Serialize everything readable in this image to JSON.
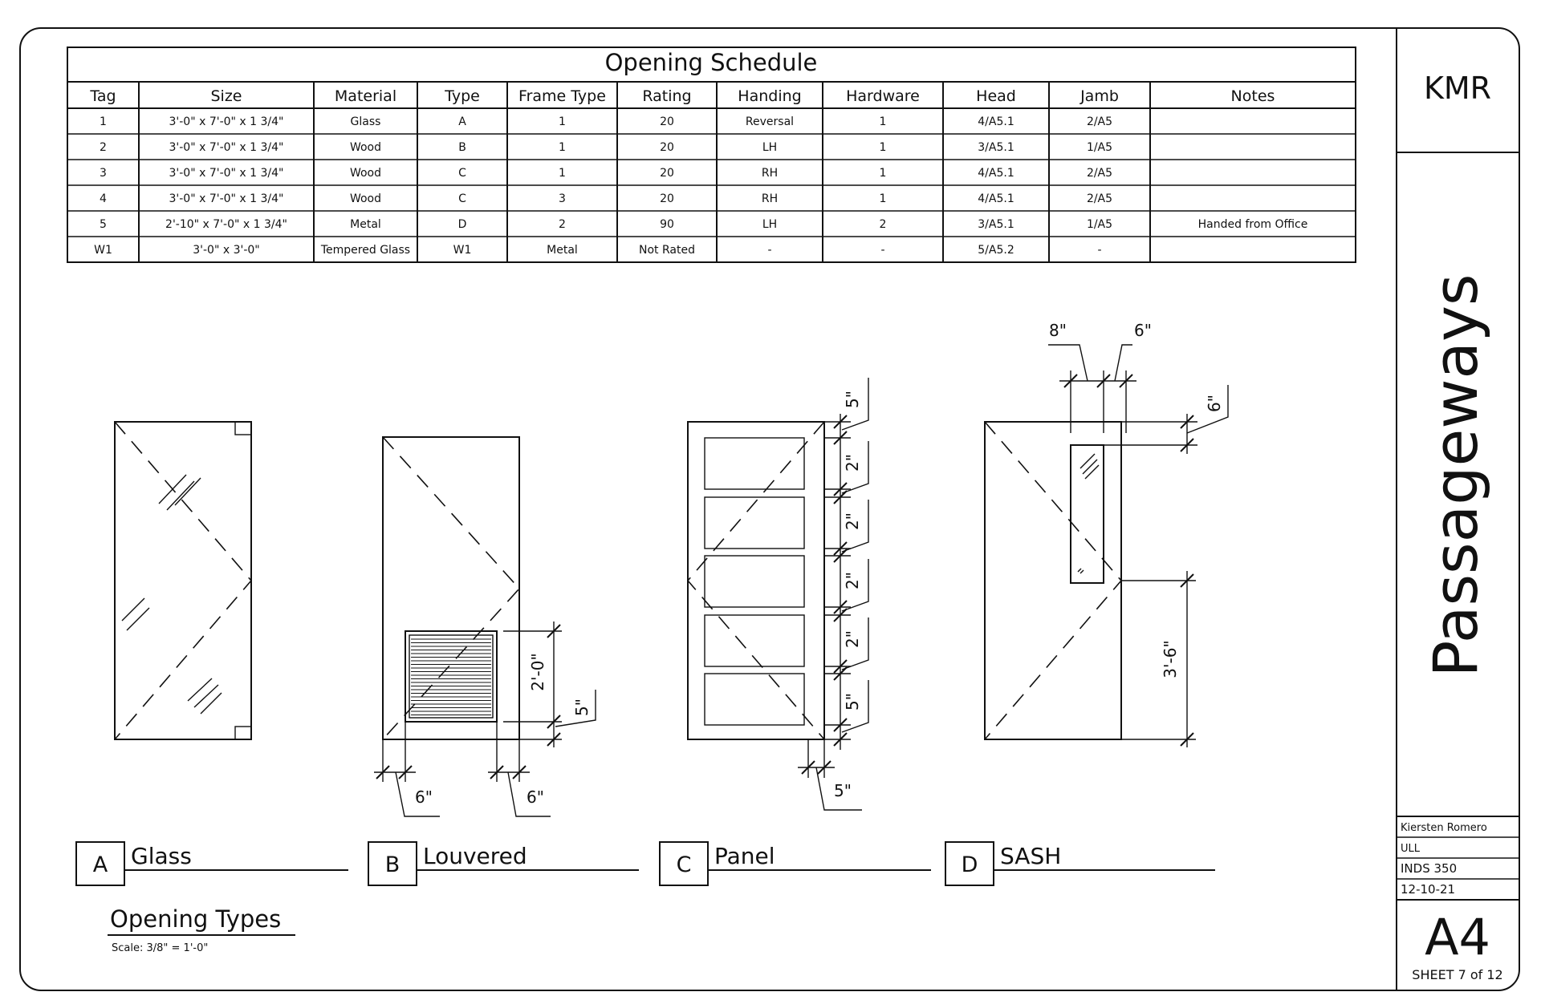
{
  "schedule": {
    "title": "Opening Schedule",
    "columns": [
      "Tag",
      "Size",
      "Material",
      "Type",
      "Frame Type",
      "Rating",
      "Handing",
      "Hardware",
      "Head",
      "Jamb",
      "Notes"
    ],
    "rows": [
      [
        "1",
        "3'-0\" x 7'-0\" x 1 3/4\"",
        "Glass",
        "A",
        "1",
        "20",
        "Reversal",
        "1",
        "4/A5.1",
        "2/A5",
        ""
      ],
      [
        "2",
        "3'-0\" x 7'-0\" x 1 3/4\"",
        "Wood",
        "B",
        "1",
        "20",
        "LH",
        "1",
        "3/A5.1",
        "1/A5",
        ""
      ],
      [
        "3",
        "3'-0\" x 7'-0\" x 1 3/4\"",
        "Wood",
        "C",
        "1",
        "20",
        "RH",
        "1",
        "4/A5.1",
        "2/A5",
        ""
      ],
      [
        "4",
        "3'-0\" x 7'-0\" x 1 3/4\"",
        "Wood",
        "C",
        "3",
        "20",
        "RH",
        "1",
        "4/A5.1",
        "2/A5",
        ""
      ],
      [
        "5",
        "2'-10\" x 7'-0\" x 1 3/4\"",
        "Metal",
        "D",
        "2",
        "90",
        "LH",
        "2",
        "3/A5.1",
        "1/A5",
        "Handed from Office"
      ],
      [
        "W1",
        "3'-0\" x 3'-0\"",
        "Tempered Glass",
        "W1",
        "Metal",
        "Not Rated",
        "-",
        "-",
        "5/A5.2",
        "-",
        ""
      ]
    ]
  },
  "types": [
    {
      "letter": "A",
      "name": "Glass"
    },
    {
      "letter": "B",
      "name": "Louvered"
    },
    {
      "letter": "C",
      "name": "Panel"
    },
    {
      "letter": "D",
      "name": "SASH"
    }
  ],
  "dimensions": {
    "b_louver_height": "2'-0\"",
    "b_louver_bottom": "5\"",
    "b_left_margin": "6\"",
    "b_right_margin": "6\"",
    "c_top": "5\"",
    "c_gaps": [
      "2\"",
      "2\"",
      "2\"",
      "2\""
    ],
    "c_bottom": "5\"",
    "c_side": "5\"",
    "d_left": "8\"",
    "d_right": "6\"",
    "d_top": "6\"",
    "d_height": "3'-6\""
  },
  "view": {
    "title": "Opening Types",
    "scale": "Scale: 3/8\" = 1'-0\""
  },
  "title_block": {
    "company": "KMR",
    "sheet_title": "Passageways",
    "designer": "Kiersten Romero",
    "school": "ULL",
    "course": "INDS 350",
    "date": "12-10-21",
    "sheet_number": "A4",
    "sheet_count": "SHEET 7 of 12"
  }
}
